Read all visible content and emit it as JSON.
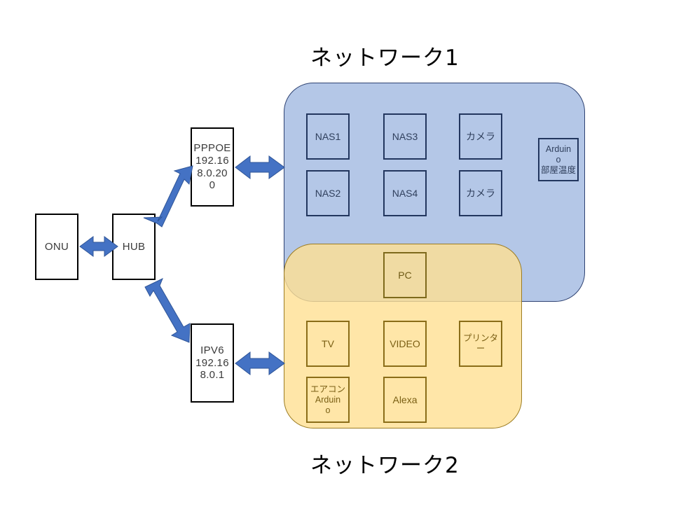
{
  "diagram": {
    "title_top": "ネットワーク1",
    "title_bottom": "ネットワーク2",
    "colors": {
      "zone1_fill": "#b4c7e7",
      "zone1_border": "#2e4272",
      "zone2_fill": "#ffe092",
      "zone2_border": "#9c7c22",
      "arrow_fill": "#4472c4",
      "arrow_border": "#2f5597",
      "box_border": "#000000",
      "overlap_fill": "#cfc289"
    }
  },
  "wan_chain": {
    "onu": {
      "label": "ONU"
    },
    "hub": {
      "label": "HUB"
    },
    "pppoe": {
      "line1": "PPPOE",
      "line2": "192.16",
      "line3": "8.0.20",
      "line4": "0",
      "full": "PPPOE 192.168.0.200"
    },
    "ipv6": {
      "line1": "IPV6",
      "line2": "192.16",
      "line3": "8.0.1",
      "full": "IPV6 192.168.0.1"
    }
  },
  "network1": {
    "label": "ネットワーク1",
    "devices": [
      {
        "name": "NAS1",
        "line1": "NAS1"
      },
      {
        "name": "NAS3",
        "line1": "NAS3"
      },
      {
        "name": "camera-1",
        "line1": "カメラ"
      },
      {
        "name": "NAS2",
        "line1": "NAS2"
      },
      {
        "name": "NAS4",
        "line1": "NAS4"
      },
      {
        "name": "camera-2",
        "line1": "カメラ"
      }
    ],
    "arduino_temp": {
      "line1": "Arduin",
      "line2": "o",
      "line3": "部屋温度",
      "full": "Arduino 部屋温度"
    }
  },
  "shared": {
    "pc": {
      "label": "PC"
    }
  },
  "network2": {
    "label": "ネットワーク2",
    "devices": [
      {
        "name": "TV",
        "line1": "TV"
      },
      {
        "name": "VIDEO",
        "line1": "VIDEO"
      },
      {
        "name": "printer",
        "line1": "プリンター"
      },
      {
        "name": "Alexa",
        "line1": "Alexa"
      }
    ],
    "aircon_arduino": {
      "line1": "エアコン",
      "line2": "Arduin",
      "line3": "o",
      "full": "エアコン Arduino"
    }
  },
  "connections": [
    {
      "name": "onu-hub",
      "style": "double-arrow",
      "orientation": "horizontal"
    },
    {
      "name": "hub-pppoe",
      "style": "double-arrow",
      "orientation": "diagonal-up"
    },
    {
      "name": "hub-ipv6",
      "style": "double-arrow",
      "orientation": "diagonal-down"
    },
    {
      "name": "pppoe-network1",
      "style": "double-arrow",
      "orientation": "horizontal"
    },
    {
      "name": "ipv6-network2",
      "style": "double-arrow",
      "orientation": "horizontal"
    }
  ]
}
